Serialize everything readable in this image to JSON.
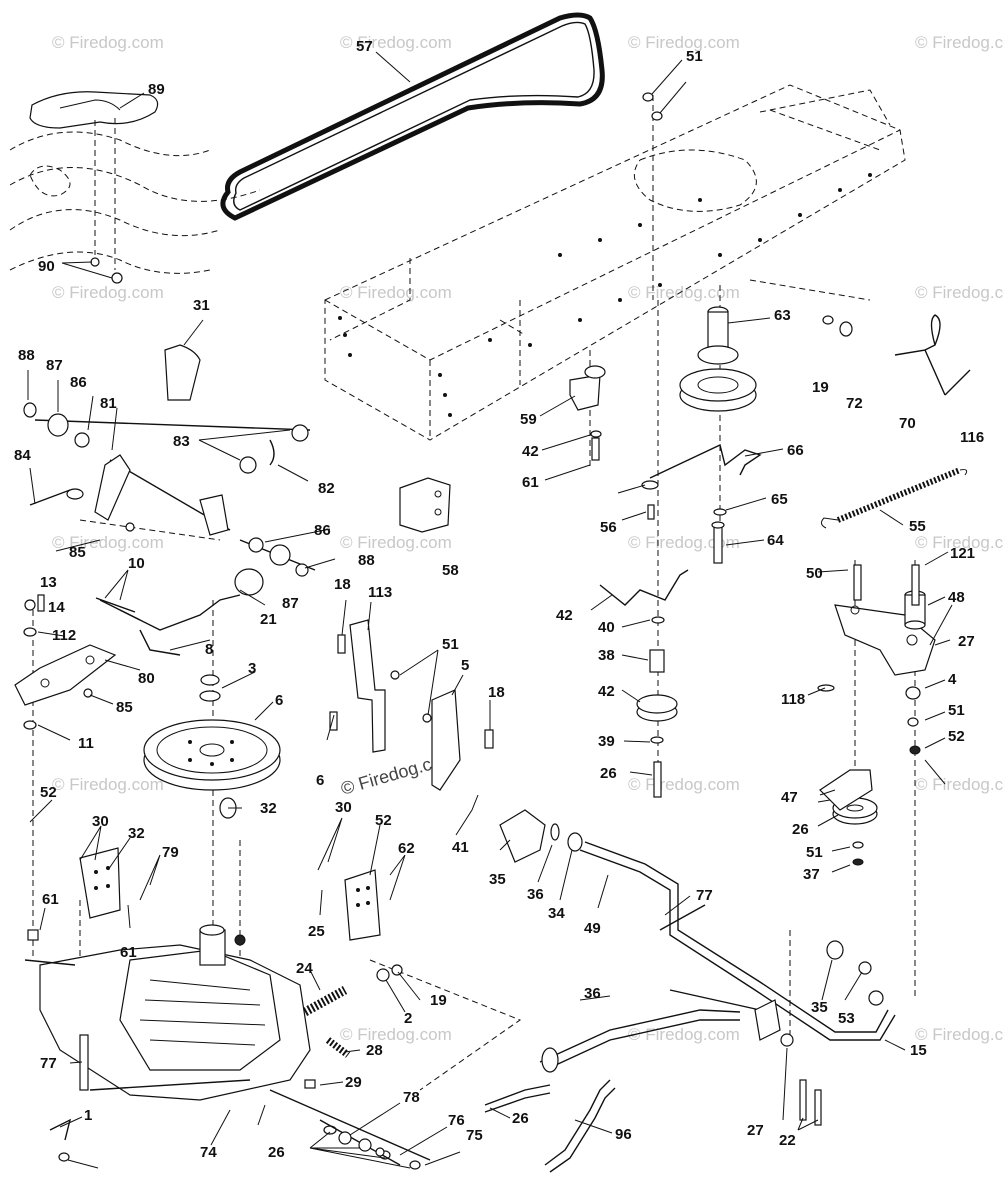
{
  "watermarks": {
    "small": "© Firedog.com",
    "center": "© Firedog.com"
  },
  "part_labels": [
    "57",
    "51",
    "89",
    "63",
    "19",
    "72",
    "70",
    "116",
    "90",
    "31",
    "59",
    "42",
    "61",
    "66",
    "88",
    "87",
    "86",
    "81",
    "83",
    "82",
    "84",
    "85",
    "86",
    "88",
    "87",
    "58",
    "56",
    "65",
    "64",
    "55",
    "10",
    "21",
    "13",
    "14",
    "112",
    "80",
    "85",
    "11",
    "8",
    "18",
    "113",
    "51",
    "5",
    "18",
    "50",
    "121",
    "48",
    "27",
    "118",
    "4",
    "3",
    "6",
    "6",
    "41",
    "42",
    "40",
    "38",
    "42",
    "39",
    "26",
    "51",
    "52",
    "52",
    "30",
    "32",
    "79",
    "32",
    "30",
    "52",
    "62",
    "35",
    "36",
    "34",
    "49",
    "47",
    "26",
    "51",
    "37",
    "77",
    "61",
    "61",
    "25",
    "24",
    "19",
    "2",
    "28",
    "36",
    "35",
    "53",
    "15",
    "77",
    "29",
    "26",
    "27",
    "22",
    "96",
    "1",
    "74",
    "78",
    "76",
    "75",
    "26"
  ]
}
